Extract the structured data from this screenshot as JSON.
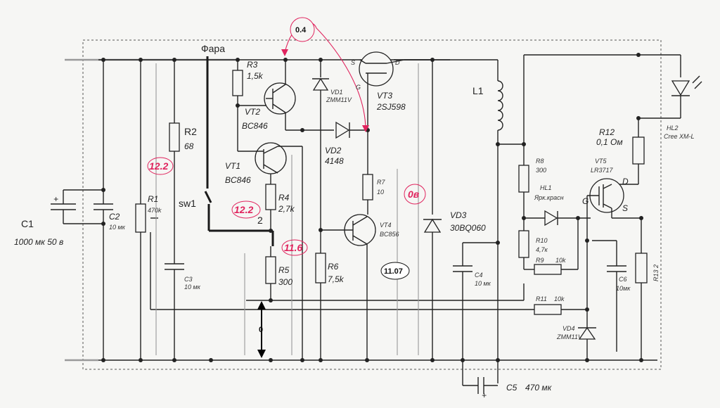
{
  "labels": {
    "fara": "Фара",
    "sw1": "sw1",
    "sw_pin2": "2",
    "c1": "C1",
    "c1_val": "1000 мк 50 в",
    "c2": "C2",
    "c2_val": "10 мк",
    "r1": "R1",
    "r1_val": "470k",
    "r2": "R2",
    "r2_val": "68",
    "c3": "C3",
    "c3_val": "10 мк",
    "r3": "R3",
    "r3_val": "1,5k",
    "vt2": "VT2",
    "vt2_val": "BC846",
    "vt1": "VT1",
    "vt1_val": "BC846",
    "r4": "R4",
    "r4_val": "2,7k",
    "r5": "R5",
    "r5_val": "300",
    "vd1": "VD1",
    "vd1_val": "ZMM11V",
    "vd2": "VD2",
    "vd2_val": "4148",
    "r6": "R6",
    "r6_val": "7,5k",
    "vt3": "VT3",
    "vt3_val": "2SJ598",
    "s": "S",
    "d": "D",
    "g": "G",
    "r7": "R7",
    "r7_val": "10",
    "vt4": "VT4",
    "vt4_val": "BC856",
    "l1": "L1",
    "vd3": "VD3",
    "vd3_val": "30BQ060",
    "c4": "C4",
    "c4_val": "10 мк",
    "c5": "C5",
    "c5_val": "470 мк",
    "r8": "R8",
    "r8_val": "300",
    "hl1": "HL1",
    "hl1_val": "Ярк.красн",
    "r10": "R10",
    "r10_val": "4,7к",
    "r9": "R9",
    "r9_val": "10k",
    "r11": "R11",
    "r11_val": "10k",
    "vd4": "VD4",
    "vd4_val": "ZMM11V",
    "r12": "R12",
    "r12_val": "0,1 Ом",
    "vt5": "VT5",
    "vt5_val": "LR3717",
    "c6": "C6",
    "c6_val": "10мк",
    "r13": "R13 2",
    "hl2": "HL2",
    "hl2_val": "Cree XM-L",
    "gs": "G",
    "dd": "D",
    "ss": "S",
    "plus": "+"
  },
  "annotations": {
    "v_top": "0.4",
    "v_122a": "12.2",
    "v_122b": "12.2",
    "v_116": "11.6",
    "v_0b": "0в",
    "v_1107": "11.07",
    "v_zero": "0"
  }
}
